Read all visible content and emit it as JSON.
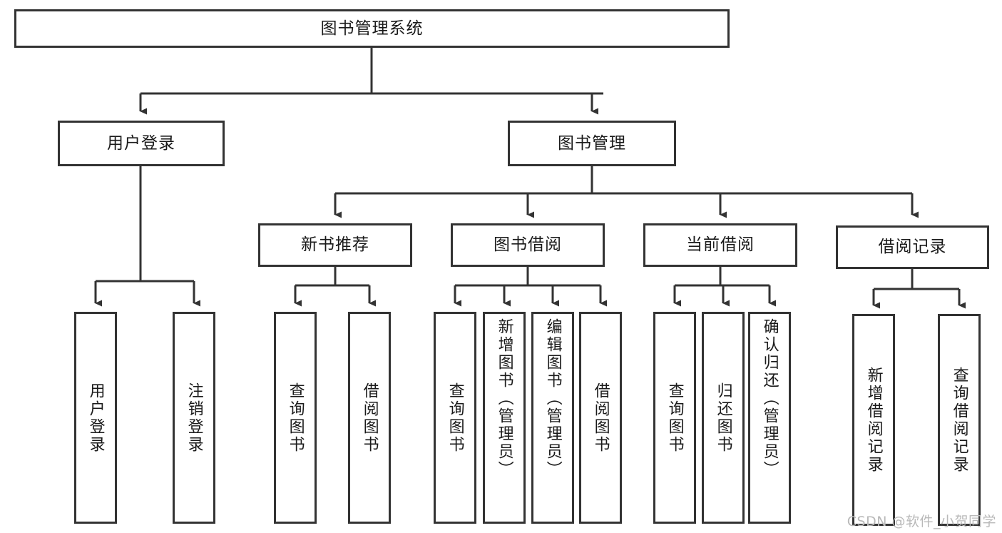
{
  "diagram": {
    "title": "图书管理系统",
    "type": "hierarchy-tree",
    "line_color": "#333333",
    "box_fill": "#ffffff",
    "text_color": "#1a1a1a",
    "root": {
      "label": "图书管理系统"
    },
    "level2": [
      {
        "label": "用户登录"
      },
      {
        "label": "图书管理"
      }
    ],
    "level3": [
      {
        "label": "新书推荐"
      },
      {
        "label": "图书借阅"
      },
      {
        "label": "当前借阅"
      },
      {
        "label": "借阅记录"
      }
    ],
    "leaves": {
      "user_login": [
        {
          "label": "用户登录"
        },
        {
          "label": "注销登录"
        }
      ],
      "new_book_recommend": [
        {
          "label": "查询图书"
        },
        {
          "label": "借阅图书"
        }
      ],
      "book_borrow": [
        {
          "label": "查询图书"
        },
        {
          "label": "新增图书（管理员）"
        },
        {
          "label": "编辑图书（管理员）"
        },
        {
          "label": "借阅图书"
        }
      ],
      "current_borrow": [
        {
          "label": "查询图书"
        },
        {
          "label": "归还图书"
        },
        {
          "label": "确认归还（管理员）"
        }
      ],
      "borrow_record": [
        {
          "label": "新增借阅记录"
        },
        {
          "label": "查询借阅记录"
        }
      ]
    }
  },
  "watermark": {
    "text": "CSDN @软件_小贺同学"
  }
}
